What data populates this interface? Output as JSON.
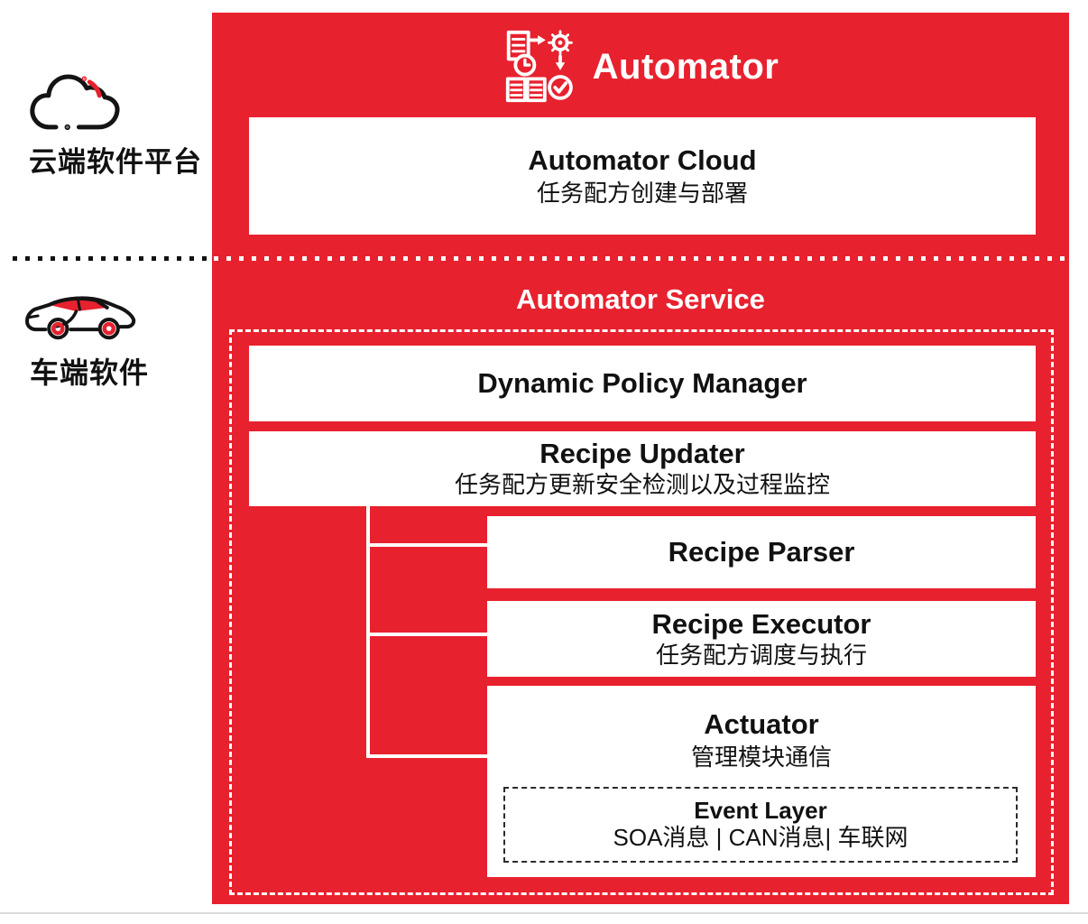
{
  "colors": {
    "red": "#E8212E",
    "ink": "#111111",
    "line-gray": "#DADADA"
  },
  "left_panel": {
    "cloud_label": "云端软件平台",
    "car_label": "车端软件"
  },
  "automator": {
    "title": "Automator",
    "cloud_box": {
      "title": "Automator Cloud",
      "subtitle": "任务配方创建与部署"
    },
    "service_title": "Automator Service",
    "service_boxes": {
      "policy_manager": {
        "title": "Dynamic Policy Manager"
      },
      "recipe_updater": {
        "title": "Recipe Updater",
        "subtitle": "任务配方更新安全检测以及过程监控"
      },
      "recipe_parser": {
        "title": "Recipe Parser"
      },
      "recipe_executor": {
        "title": "Recipe Executor",
        "subtitle": "任务配方调度与执行"
      },
      "actuator": {
        "title": "Actuator",
        "subtitle": "管理模块通信"
      },
      "event_layer": {
        "title": "Event Layer",
        "subtitle": "SOA消息 | CAN消息| 车联网"
      }
    }
  },
  "icons": {
    "automator": "automation-workflow-icon",
    "cloud": "cloud-icon",
    "car": "car-icon"
  }
}
